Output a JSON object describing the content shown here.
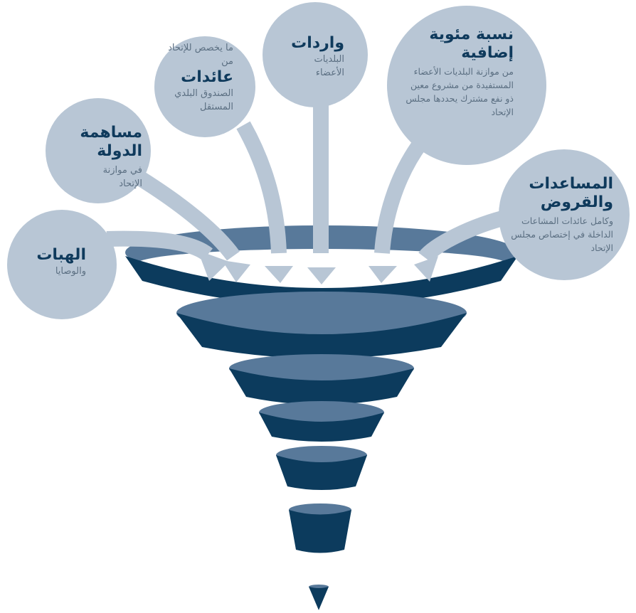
{
  "colors": {
    "bubble": "#b8c6d5",
    "arrow": "#b8c6d5",
    "funnel_dark": "#0c3b5d",
    "funnel_mid": "#58799a",
    "title_text": "#0f3a5c",
    "body_text": "#5b6f82"
  },
  "sources": [
    {
      "title": "الهبات",
      "subtitle": "والوصايا"
    },
    {
      "title": "مساهمة الدولة",
      "subtitle": "في موازنة الإتحاد"
    },
    {
      "pre": "ما يخصص للإتحاد من",
      "title": "عائدات",
      "subtitle": "الصندوق البلدي المستقل"
    },
    {
      "title": "واردات",
      "subtitle": "البلديات الأعضاء"
    },
    {
      "title": "نسبة مئوية إضافية",
      "subtitle": "من موازنة البلديات الأعضاء المستفيدة من مشروع معين ذو نفع مشترك يحددها مجلس الإتحاد"
    },
    {
      "title": "المساعدات والقروض",
      "subtitle": "وكامل عائدات المشاعات الداخلة في إختصاص مجلس الإتحاد"
    }
  ]
}
